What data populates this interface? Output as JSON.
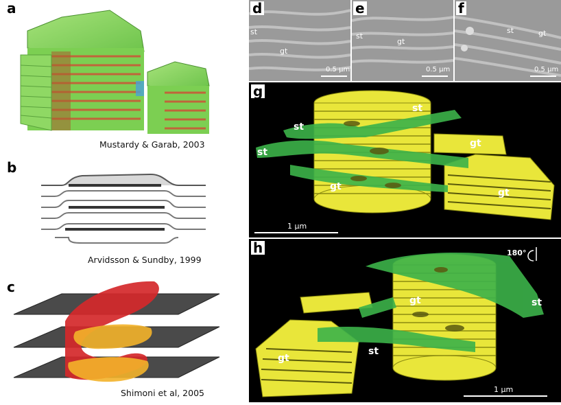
{
  "panels": {
    "a": {
      "label": "a",
      "citation": "Mustardy & Garab, 2003"
    },
    "b": {
      "label": "b",
      "citation": "Arvidsson & Sundby, 1999"
    },
    "c": {
      "label": "c",
      "citation": "Shimoni et al, 2005"
    },
    "d": {
      "label": "d",
      "st": "st",
      "gt": "gt",
      "scale": "0.5 μm"
    },
    "e": {
      "label": "e",
      "st": "st",
      "gt": "gt",
      "scale": "0.5 μm"
    },
    "f": {
      "label": "f",
      "st": "st",
      "gt": "gt",
      "scale": "0.5 μm"
    },
    "g": {
      "label": "g",
      "st1": "st",
      "st2": "st",
      "st3": "st",
      "gt1": "gt",
      "gt2": "gt",
      "gt3": "gt",
      "scale": "1 μm"
    },
    "h": {
      "label": "h",
      "rotation": "180°",
      "gt1": "gt",
      "gt2": "gt",
      "st1": "st",
      "st2": "st",
      "scale": "1 μm"
    }
  }
}
